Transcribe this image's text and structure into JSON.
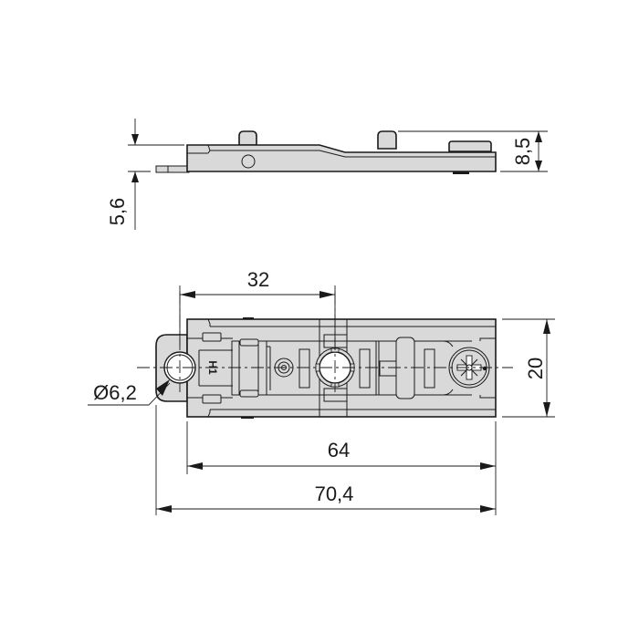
{
  "drawing": {
    "title": "Mounting plate technical drawing",
    "units": "mm",
    "background": "#ffffff",
    "part_fill": "#d9d9d9",
    "line_color": "#1a1a1a"
  },
  "side_view": {
    "dimensions": {
      "base_height": "5,6",
      "total_height": "8,5"
    }
  },
  "top_view": {
    "marking": "H1",
    "dimensions": {
      "hole_spacing": "32",
      "hole_diameter": "Ø6,2",
      "width": "20",
      "body_length": "64",
      "overall_length": "70,4"
    }
  }
}
